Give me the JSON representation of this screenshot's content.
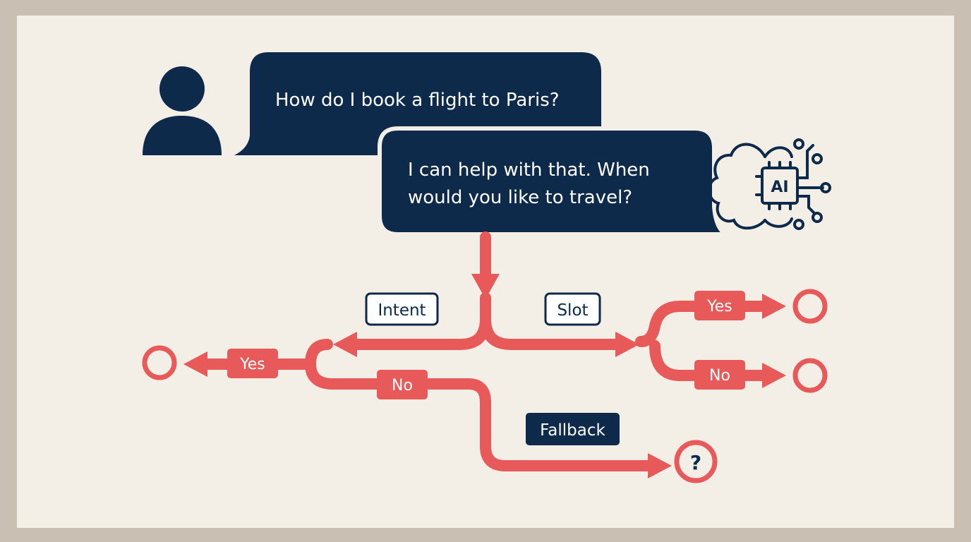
{
  "colors": {
    "navy": "#0d2a4a",
    "coral": "#e85a5a",
    "background": "#f3efe6",
    "frame": "#c9bfb2"
  },
  "conversation": {
    "user_message": "How do I book a flight to Paris?",
    "bot_message_line1": "I can help with that. When",
    "bot_message_line2": "would you like to travel?"
  },
  "ai_icon": {
    "label": "AI",
    "icon": "brain-chip-icon"
  },
  "user_icon": {
    "icon": "user-avatar-icon"
  },
  "flow": {
    "intent_label": "Intent",
    "slot_label": "Slot",
    "intent_yes_label": "Yes",
    "intent_no_label": "No",
    "slot_yes_label": "Yes",
    "slot_no_label": "No",
    "fallback_label": "Fallback",
    "unknown_symbol": "?"
  }
}
